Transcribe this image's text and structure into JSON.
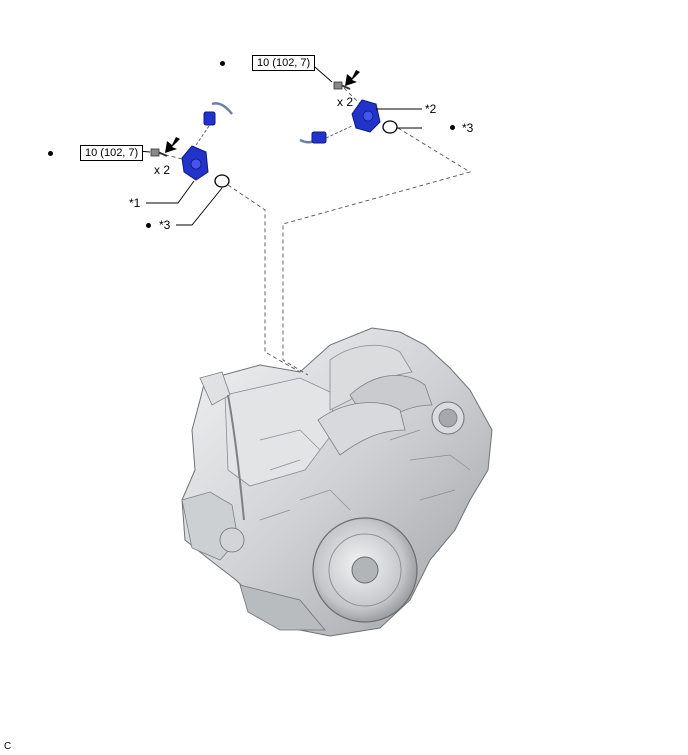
{
  "torque_specs": {
    "left": "10 (102, 7)",
    "right": "10 (102, 7)"
  },
  "quantities": {
    "left": "x 2",
    "right": "x 2"
  },
  "callouts": {
    "part1": "*1",
    "part2": "*2",
    "ring_left": "*3",
    "ring_right": "*3"
  },
  "corner_code": "C",
  "colors": {
    "sensor_blue": "#2233cc",
    "engine_gray": "#cfd1d4",
    "line": "#000000"
  },
  "icons": [
    "bolt-icon",
    "arrow-icon",
    "o-ring-icon",
    "sensor-icon",
    "engine-illustration"
  ]
}
